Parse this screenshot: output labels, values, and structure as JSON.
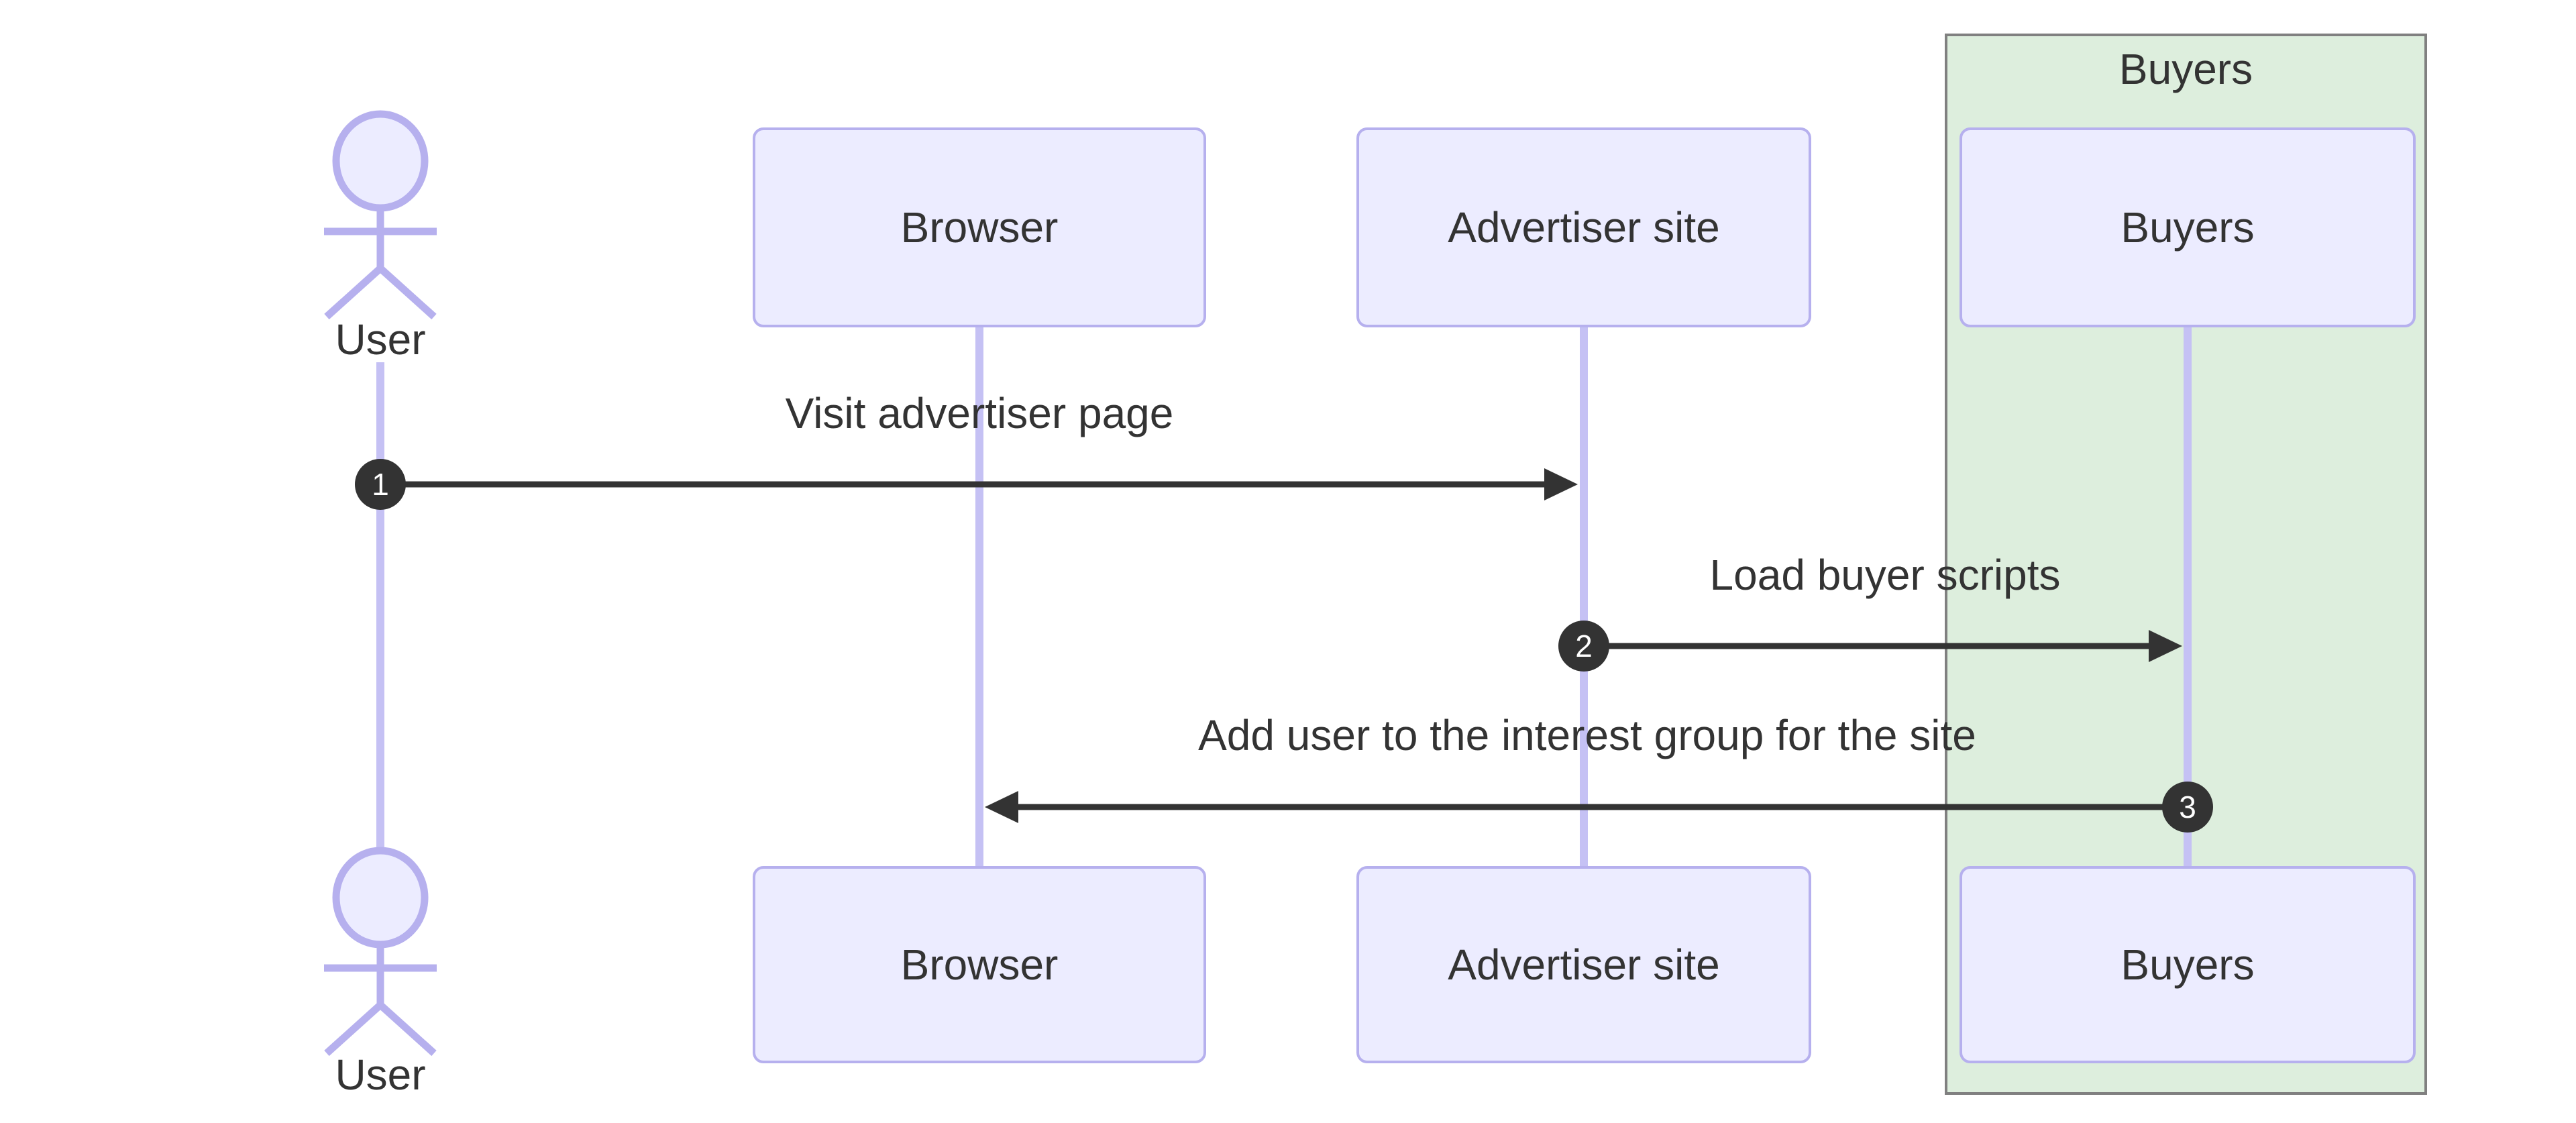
{
  "diagram_type": "sequence-diagram",
  "colors": {
    "background": "#ffffff",
    "participant_fill": "#ECECFF",
    "participant_border": "#b6b0ee",
    "lifeline": "#c5c1f4",
    "group_fill": "#ddeedd",
    "group_border": "#808080",
    "arrow": "#333333",
    "text": "#333333",
    "seq_badge_fill": "#333333",
    "seq_badge_text": "#ffffff"
  },
  "actor": {
    "label": "User"
  },
  "participants": [
    {
      "label": "Browser"
    },
    {
      "label": "Advertiser site"
    },
    {
      "label": "Buyers"
    }
  ],
  "group": {
    "label": "Buyers"
  },
  "messages": [
    {
      "seq": "1",
      "text": "Visit advertiser page",
      "from": "User",
      "to": "Advertiser site"
    },
    {
      "seq": "2",
      "text": "Load buyer scripts",
      "from": "Advertiser site",
      "to": "Buyers"
    },
    {
      "seq": "3",
      "text": "Add user to the interest group for the site",
      "from": "Buyers",
      "to": "Browser"
    }
  ]
}
